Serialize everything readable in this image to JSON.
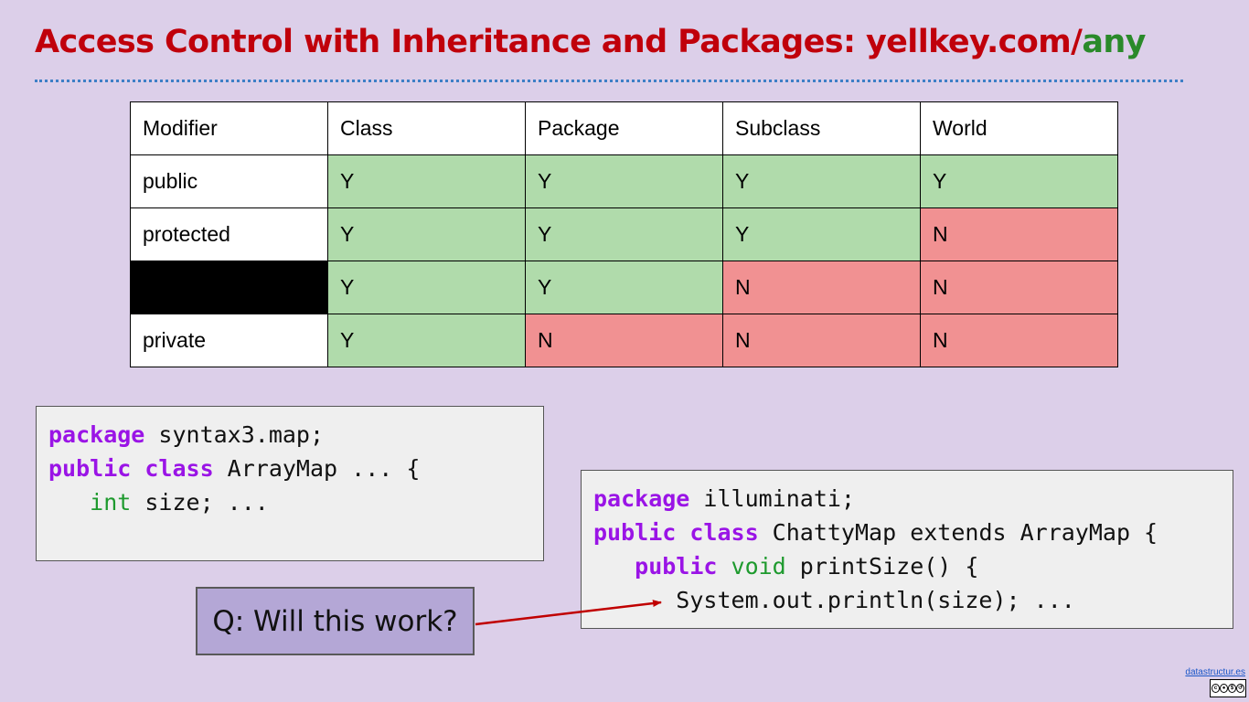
{
  "slide": {
    "title_main": "Access Control with Inheritance and Packages: yellkey.com/",
    "title_highlight": "any"
  },
  "table": {
    "headers": [
      "Modifier",
      "Class",
      "Package",
      "Subclass",
      "World"
    ],
    "rows": [
      {
        "modifier": "public",
        "values": [
          "Y",
          "Y",
          "Y",
          "Y"
        ]
      },
      {
        "modifier": "protected",
        "values": [
          "Y",
          "Y",
          "Y",
          "N"
        ]
      },
      {
        "modifier": "",
        "values": [
          "Y",
          "Y",
          "N",
          "N"
        ]
      },
      {
        "modifier": "private",
        "values": [
          "Y",
          "N",
          "N",
          "N"
        ]
      }
    ],
    "colors": {
      "yes": "#b0dbab",
      "no": "#f19192",
      "hidden": "#000000"
    }
  },
  "code_left": {
    "line1_kw": "package",
    "line1_rest": " syntax3.map;",
    "line2_kw": "public class",
    "line2_rest": " ArrayMap ... {",
    "line3_indent": "   ",
    "line3_type": "int",
    "line3_rest": " size; ..."
  },
  "code_right": {
    "line1_kw": "package",
    "line1_rest": " illuminati;",
    "line2_kw": "public class",
    "line2_rest": " ChattyMap extends ArrayMap {",
    "line3_indent": "   ",
    "line3_kw": "public",
    "line3_type": " void",
    "line3_rest": " printSize() {",
    "line4": "      System.out.println(size); ..."
  },
  "question": {
    "text": "Q: Will this work?"
  },
  "footer": {
    "link_text": "datastructur.es",
    "license_icons": [
      "cc-icon",
      "by-icon",
      "nc-icon",
      "sa-icon"
    ]
  },
  "colors": {
    "background": "#dccfe9",
    "title": "#c0000b",
    "keyword": "#9a14e6",
    "type": "#1e9a2e",
    "arrow": "#c00000"
  }
}
